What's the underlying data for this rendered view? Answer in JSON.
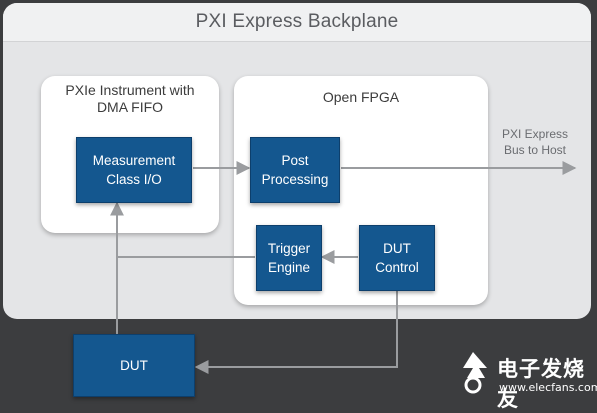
{
  "backplane": {
    "title": "PXI Express Backplane"
  },
  "instrument_panel": {
    "title_line1": "PXIe Instrument with",
    "title_line2": "DMA FIFO"
  },
  "fpga_panel": {
    "title": "Open FPGA"
  },
  "blocks": {
    "measurement_line1": "Measurement",
    "measurement_line2": "Class I/O",
    "post_line1": "Post",
    "post_line2": "Processing",
    "trigger_line1": "Trigger",
    "trigger_line2": "Engine",
    "dut_control_line1": "DUT",
    "dut_control_line2": "Control",
    "dut": "DUT"
  },
  "bus": {
    "line1": "PXI Express",
    "line2": "Bus to Host"
  },
  "watermark": {
    "cn": "电子发烧友",
    "url": "www.elecfans.com"
  },
  "colors": {
    "block": "#14578f",
    "background": "#3c3d3f",
    "backplane": "#e4e5e7",
    "panel": "#ffffff",
    "wire": "#9a9c9f"
  }
}
